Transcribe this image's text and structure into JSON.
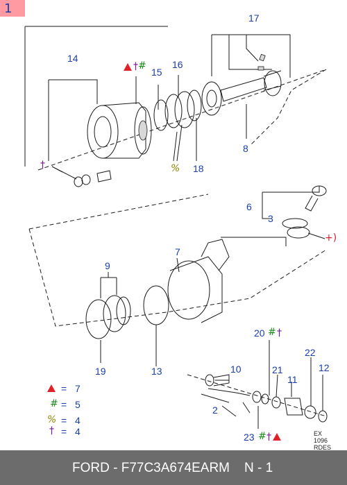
{
  "corner_tag": "1",
  "callouts": {
    "n17": "17",
    "n14": "14",
    "n15": "15",
    "n16": "16",
    "n8": "8",
    "n18": "18",
    "n6": "6",
    "n3": "3",
    "n7": "7",
    "n9": "9",
    "n19": "19",
    "n13": "13",
    "n20": "20",
    "n21": "21",
    "n22": "22",
    "n12": "12",
    "n10": "10",
    "n11": "11",
    "n2": "2",
    "n23": "23"
  },
  "symbols": {
    "dagger": "†",
    "hash": "#",
    "percent": "%",
    "plus_paren": "+)"
  },
  "legend": [
    {
      "symbol": "triangle",
      "value": "7",
      "color": "#e0202a"
    },
    {
      "symbol": "#",
      "value": "5",
      "color": "#1a8a1a"
    },
    {
      "symbol": "%",
      "value": "4",
      "color": "#8a8a00"
    },
    {
      "symbol": "†",
      "value": "4",
      "color": "#7a1a9a"
    }
  ],
  "legend_equals": "=",
  "ref_code": "EX\n1096\nRDES",
  "footer": {
    "part_number": "FORD - F77C3A674EARM",
    "note": "N - 1"
  }
}
